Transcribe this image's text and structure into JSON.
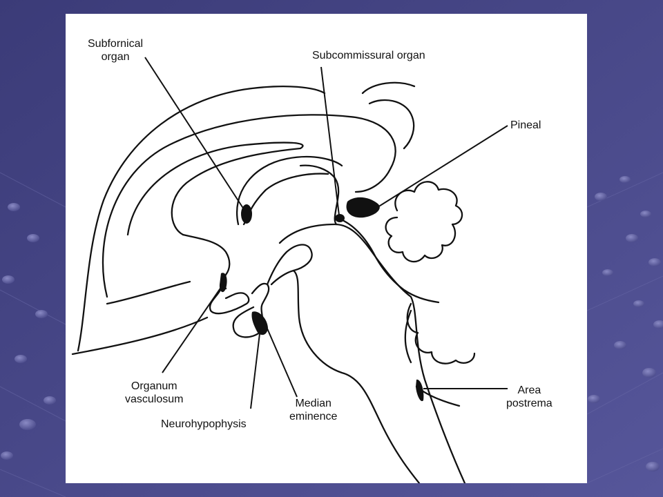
{
  "colors": {
    "background_top": "#3b3b78",
    "background_bottom": "#5a5a9c",
    "panel": "#ffffff",
    "ink": "#111111"
  },
  "labels": {
    "subfornical_organ": [
      "Subfornical",
      "organ"
    ],
    "subcommissural_organ": "Subcommissural organ",
    "pineal": "Pineal",
    "organum_vasculosum": [
      "Organum",
      "vasculosum"
    ],
    "neurohypophysis": "Neurohypophysis",
    "median_eminence": [
      "Median",
      "eminence"
    ],
    "area_postrema": [
      "Area",
      "postrema"
    ]
  }
}
